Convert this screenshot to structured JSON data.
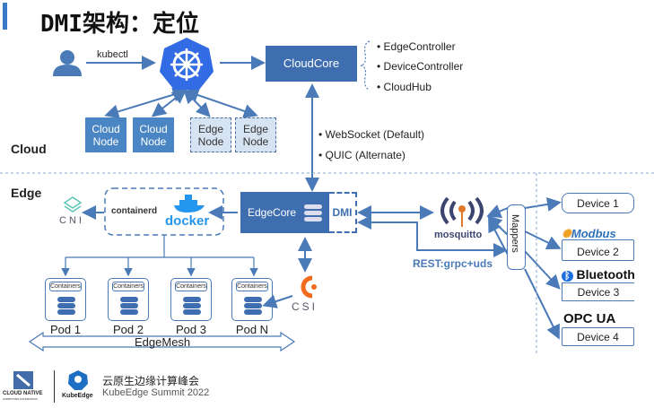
{
  "title": "DMI架构：定位",
  "cloud": {
    "label": "Cloud",
    "kubectl": "kubectl",
    "cloudcore": "CloudCore",
    "components": [
      "• EdgeController",
      "• DeviceController",
      "• CloudHub"
    ],
    "nodes": [
      "Cloud Node",
      "Cloud Node",
      "Edge Node",
      "Edge Node"
    ],
    "protocols": [
      "• WebSocket (Default)",
      "• QUIC (Alternate)"
    ]
  },
  "edge": {
    "label": "Edge",
    "edgecore": "EdgeCore",
    "dmi": "DMI",
    "containerd": "containerd",
    "docker": "docker",
    "cni": "CNI",
    "csi": "CSI",
    "containers_label": "Containers",
    "pods": [
      "Pod 1",
      "Pod 2",
      "Pod 3",
      "Pod N"
    ],
    "edgemesh": "EdgeMesh",
    "mosquitto": "mosquitto",
    "rest": "REST:grpc+uds",
    "mappers": "Mappers"
  },
  "devices": [
    {
      "name": "Device 1",
      "logo": ""
    },
    {
      "name": "Device 2",
      "logo": "Modbus"
    },
    {
      "name": "Device 3",
      "logo": "Bluetooth"
    },
    {
      "name": "Device 4",
      "logo": "OPC UA"
    }
  ],
  "footer": {
    "cncf": "CLOUD NATIVE",
    "cncf_sub": "COMPUTING FOUNDATION",
    "kubeedge": "KubeEdge",
    "summit_cn": "云原生边缘计算峰会",
    "summit_en": "KubeEdge Summit 2022"
  },
  "colors": {
    "accent": "#3f6eb0",
    "line": "#4a7ab8",
    "rest": "#4a7ab8"
  }
}
